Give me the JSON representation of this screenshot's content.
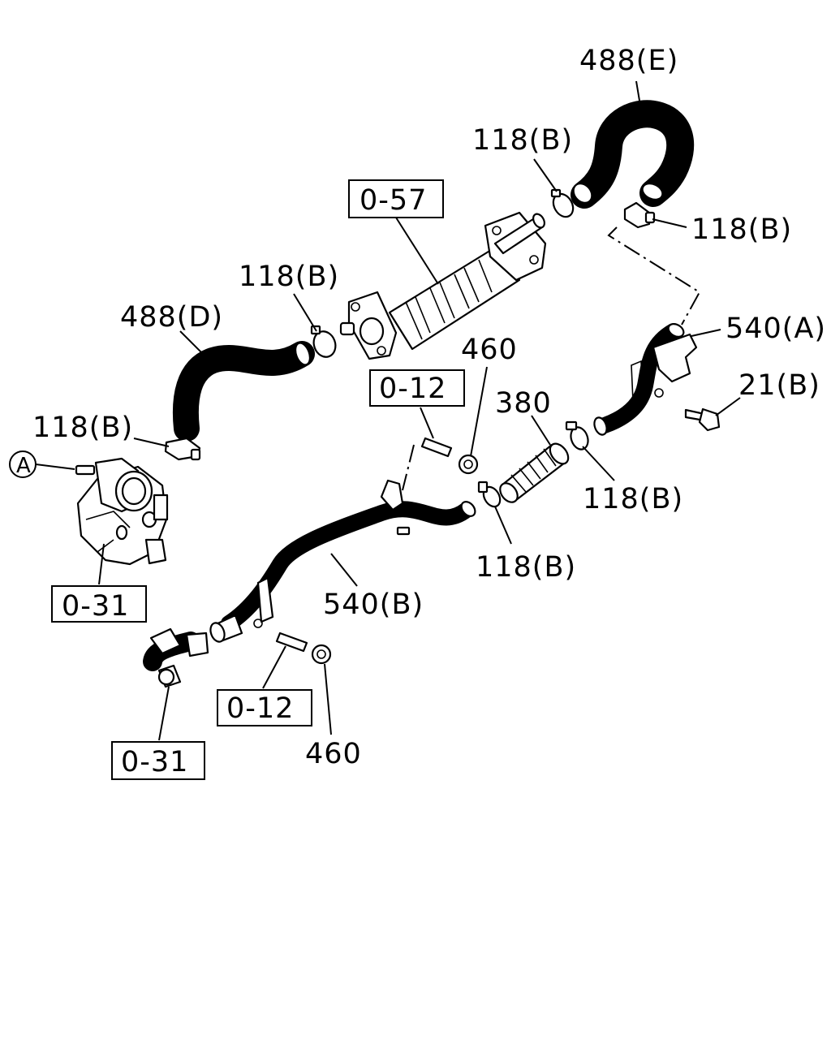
{
  "labels": {
    "hose_e": "488(E)",
    "hose_d": "488(D)",
    "clamp_top": "118(B)",
    "clamp_right_top": "118(B)",
    "clamp_mid": "118(B)",
    "clamp_left": "118(B)",
    "clamp_right_mid": "118(B)",
    "clamp_lower": "118(B)",
    "pipe_a": "540(A)",
    "pipe_b": "540(B)",
    "bolt": "21(B)",
    "nut_top": "460",
    "nut_bottom": "460",
    "hose_380": "380",
    "ref_a": "A"
  },
  "ref_boxes": {
    "cooler": "0-57",
    "stud_top": "0-12",
    "stud_bottom": "0-12",
    "housing_top": "0-31",
    "housing_bottom": "0-31"
  }
}
